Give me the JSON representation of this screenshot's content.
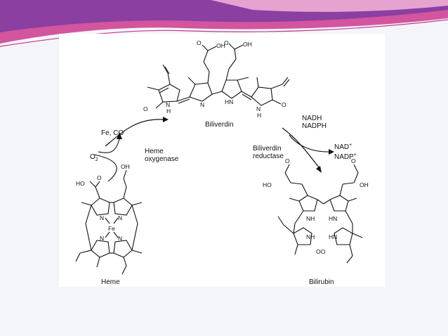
{
  "slide": {
    "accent_colors": [
      "#d2559e",
      "#8a3fa1",
      "#e6a3d0"
    ]
  },
  "labels": {
    "biliverdin": "Biliverdin",
    "heme": "Heme",
    "bilirubin": "Bilirubin",
    "fe_co": "Fe, CO",
    "o2": "O",
    "o2_sub": "2",
    "heme_oxygenase_1": "Heme",
    "heme_oxygenase_2": "oxygenase",
    "biliverdin_reductase_1": "Biliverdin",
    "biliverdin_reductase_2": "reductase",
    "nadh": "NADH",
    "nadph": "NADPH",
    "nad": "NAD",
    "nad_sup": "+",
    "nadp": "NADP",
    "nadp_sup": "+"
  },
  "atoms": {
    "oh": "OH",
    "o": "O",
    "ho": "HO",
    "n": "N",
    "fe": "Fe",
    "nh": "NH",
    "hn": "HN",
    "h": "H",
    "oo": "OO"
  }
}
